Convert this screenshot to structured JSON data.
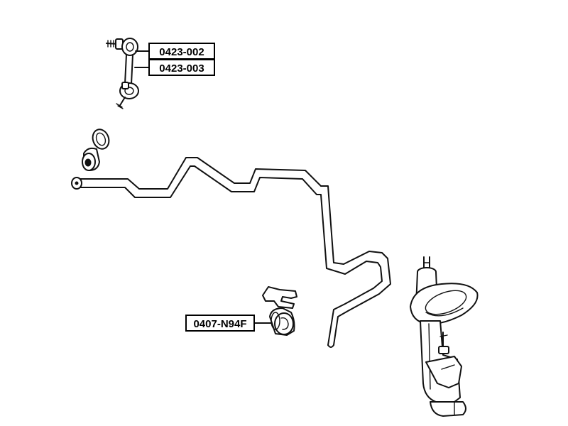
{
  "parts": [
    {
      "id": "stabilizer-link-front-right",
      "label": "0423-002"
    },
    {
      "id": "stabilizer-link-front-left",
      "label": "0423-003"
    },
    {
      "id": "stabilizer-bushing",
      "label": "0407-N94F"
    }
  ]
}
